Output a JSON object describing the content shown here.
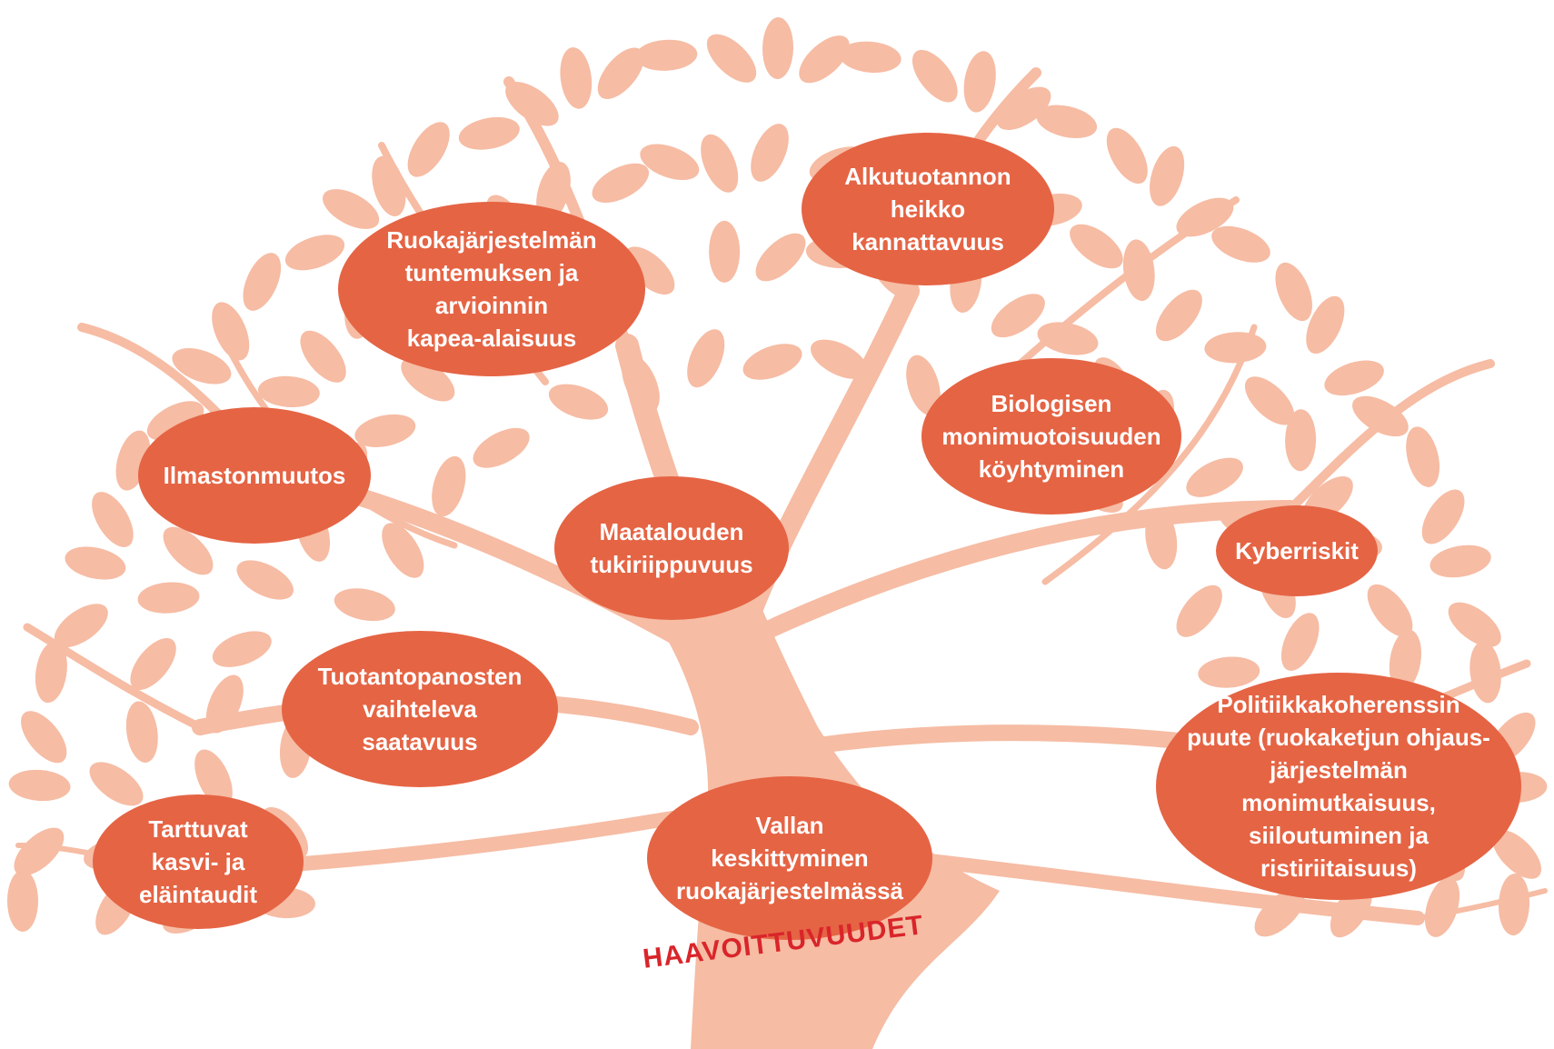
{
  "colors": {
    "tree": "#f6bca4",
    "bubble": "#e56444",
    "bubble_text": "#ffffff",
    "trunk_label": "#d9252a"
  },
  "trunk_label": "HAAVOITTUVUUDET",
  "bubbles": [
    {
      "id": "ruokajarjestelma",
      "label": "Ruokajärjestelmän\ntuntemuksen ja\narvioinnin\nkapea-alaisuus"
    },
    {
      "id": "alkutuotanto",
      "label": "Alkutuotannon\nheikko\nkannattavuus"
    },
    {
      "id": "biologinen",
      "label": "Biologisen\nmonimuotoisuuden\nköyhtyminen"
    },
    {
      "id": "ilmastonmuutos",
      "label": "Ilmastonmuutos"
    },
    {
      "id": "maatalous",
      "label": "Maatalouden\ntukiriippuvuus"
    },
    {
      "id": "kyberriskit",
      "label": "Kyberriskit"
    },
    {
      "id": "tuotantopanokset",
      "label": "Tuotantopanosten\nvaihteleva\nsaatavuus"
    },
    {
      "id": "politiikka",
      "label": "Politiikkakoherenssin\npuute (ruokaketjun ohjaus-\njärjestelmän monimutkaisuus,\nsiiloutuminen ja\nristiriitaisuus)"
    },
    {
      "id": "tartuntataudit",
      "label": "Tarttuvat\nkasvi- ja\neläintaudit"
    },
    {
      "id": "vallan",
      "label": "Vallan\nkeskittyminen\nruokajärjestelmässä"
    }
  ]
}
